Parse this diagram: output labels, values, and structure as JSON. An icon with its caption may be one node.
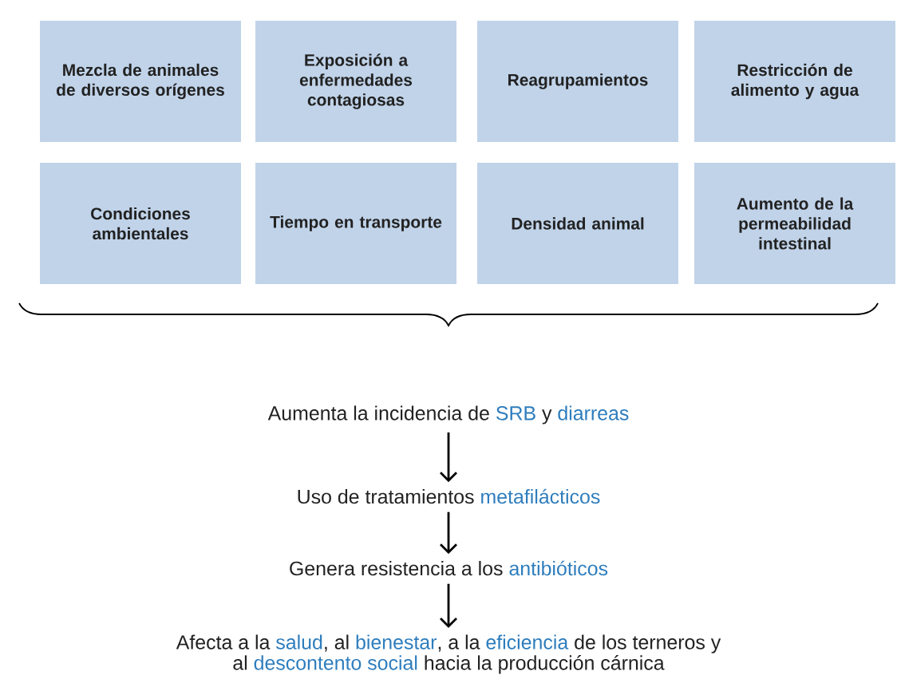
{
  "diagram": {
    "nodes": [
      {
        "text": [
          "Mezcla de animales de diversos orígenes"
        ]
      },
      {
        "text": [
          "Exposición a enfermedades contagiosas"
        ]
      },
      {
        "text": [
          "Reagrupamientos"
        ]
      },
      {
        "text": [
          "Restricción de alimento y agua"
        ]
      },
      {
        "text": [
          "Condiciones ambientales"
        ]
      },
      {
        "text": [
          "Tiempo en transporte"
        ]
      },
      {
        "text": [
          "Densidad animal"
        ]
      },
      {
        "text": [
          "Aumento de la permeabilidad intestinal"
        ]
      },
      {
        "text": [
          "Aumenta  la incidencia de",
          "SRB",
          "y",
          "diarreas"
        ]
      },
      {
        "text": [
          "Uso de tratamientos",
          "metafilácticos"
        ]
      },
      {
        "text": [
          "Genera resistencia a los",
          "antibióticos"
        ]
      },
      {
        "text": [
          "Afecta a la",
          "salud",
          ", al",
          "bienestar",
          ", a la",
          "eficiencia",
          "de los terneros y",
          "al",
          "descontento social",
          "hacia la producción cárnica"
        ]
      }
    ],
    "edges": [
      {
        "from": 8,
        "to": 9,
        "arrow": "to"
      },
      {
        "from": 9,
        "to": 10,
        "arrow": "to"
      },
      {
        "from": 10,
        "to": 11,
        "arrow": "to"
      }
    ]
  }
}
